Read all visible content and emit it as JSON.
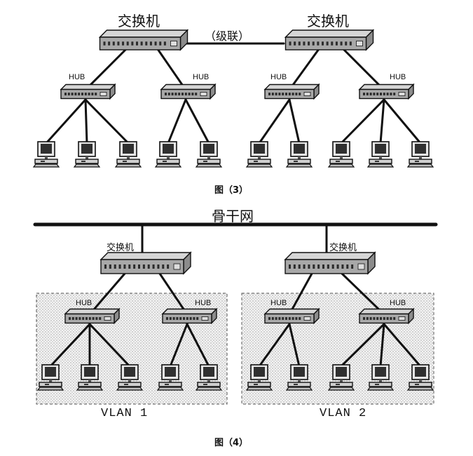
{
  "figure3": {
    "switch_label": "交换机",
    "cascade_label": "（级联）",
    "hub_label": "HUB",
    "caption": "图（3）"
  },
  "figure4": {
    "backbone_label": "骨干网",
    "switch_label": "交换机",
    "hub_label": "HUB",
    "vlan1_label": "VLAN 1",
    "vlan2_label": "VLAN 2",
    "caption": "图（4）"
  },
  "colors": {
    "line": "#111111",
    "device_top": "#d6d6d6",
    "device_front": "#a8a8a8",
    "monitor_screen": "#303030"
  }
}
